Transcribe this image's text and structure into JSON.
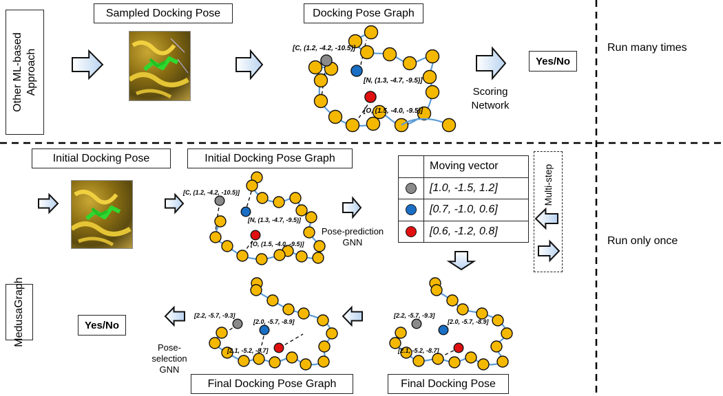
{
  "top_row": {
    "side_label": "Other ML-based Approach",
    "sampled_pose_title": "Sampled Docking Pose",
    "graph_title": "Docking Pose Graph",
    "scoring_label": "Scoring Network",
    "output": "Yes/No",
    "run_note": "Run many times",
    "atoms": {
      "c": "[C, (1.2, -4.2, -10.5)]",
      "n": "[N, (1.3, -4.7, -9.5)]",
      "o": "[O, (1.5, -4.0, -9.5)]"
    }
  },
  "bottom_row": {
    "side_label": "MedusaGraph",
    "initial_pose_title": "Initial Docking Pose",
    "initial_graph_title": "Initial Docking Pose Graph",
    "pose_prediction_label": "Pose-prediction GNN",
    "initial_atoms": {
      "c": "[C, (1.2, -4.2, -10.5)]",
      "n": "[N, (1.3, -4.7, -9.5)]",
      "o": "[O, (1.5, -4.0, -9.5)]"
    },
    "moving_vector_table": {
      "header": "Moving vector",
      "rows": [
        {
          "color": "#8a8a8a",
          "value": "[1.0, -1.5, 1.2]"
        },
        {
          "color": "#1a6fc4",
          "value": "[0.7, -1.0, 0.6]"
        },
        {
          "color": "#e01010",
          "value": "[0.6, -1.2, 0.8]"
        }
      ]
    },
    "multi_step_label": "Multi-step",
    "run_note": "Run only once",
    "final_pose_title": "Final Docking Pose",
    "final_graph_title": "Final Docking Pose Graph",
    "pose_selection_label": "Pose-selection GNN",
    "output": "Yes/No",
    "final_atoms": {
      "c": "[2.2, -5.7, -9.3]",
      "n": "[2.0, -5.7, -8.9]",
      "o": "[2.1, -5.2, -8.7]"
    }
  },
  "colors": {
    "node_yellow": "#f5b800",
    "node_gray": "#8a8a8a",
    "node_blue": "#1a6fc4",
    "node_red": "#e01010",
    "edge_blue": "#5b9bd5",
    "arrow_fill": "#dbe9f8"
  }
}
